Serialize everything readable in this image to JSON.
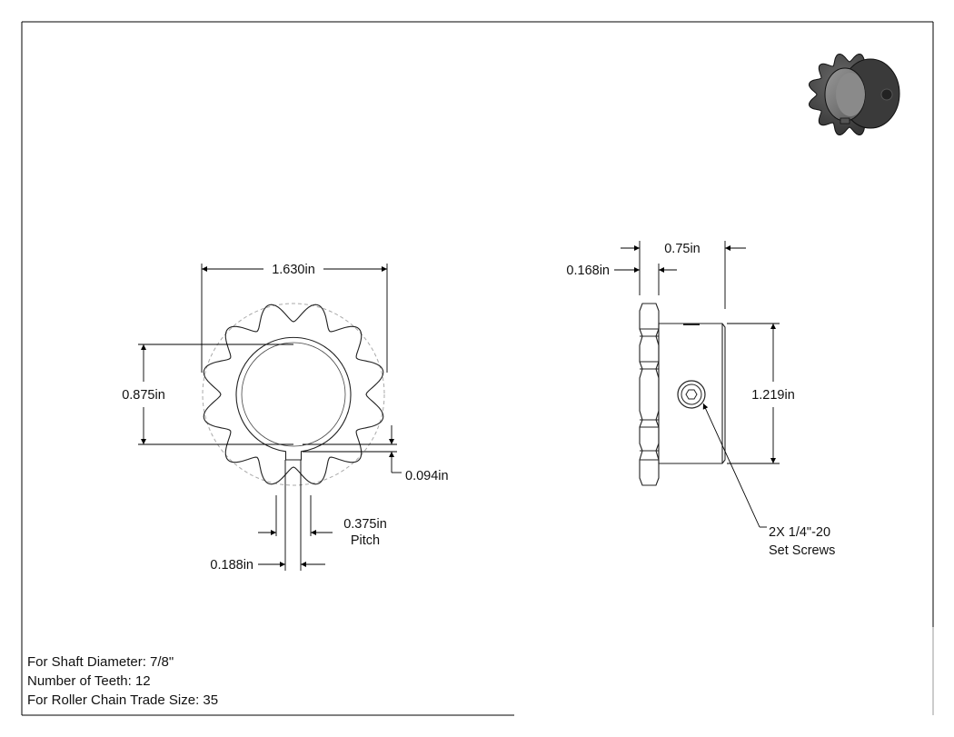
{
  "front_view": {
    "dim_outer_width": "1.630in",
    "dim_bore_height": "0.875in",
    "dim_keyway_depth": "0.094in",
    "dim_pitch_value": "0.375in",
    "dim_pitch_label": "Pitch",
    "dim_keyway_width": "0.188in",
    "teeth": 12
  },
  "side_view": {
    "dim_hub_length": "0.75in",
    "dim_plate_thickness": "0.168in",
    "dim_hub_diameter": "1.219in",
    "callout_line1": "2X 1/4\"-20",
    "callout_line2": "Set Screws"
  },
  "notes": [
    "For Shaft Diameter: 7/8\"",
    "Number of Teeth: 12",
    "For Roller Chain Trade Size: 35"
  ],
  "colors": {
    "line": "#000000",
    "part_fill": "#ffffff",
    "iso_part": "#3a3a3a",
    "iso_bore": "#7a7a7a"
  }
}
